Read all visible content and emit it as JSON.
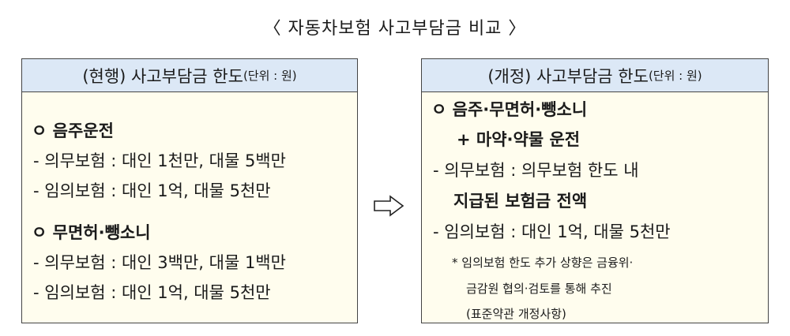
{
  "title": "〈 자동차보험 사고부담금 비교 〉",
  "left": {
    "header_main": "(현행) 사고부담금 한도",
    "header_unit": "(단위 : 원)",
    "lines": [
      "ㅇ 음주운전",
      "- 의무보험 : 대인 1천만, 대물 5백만",
      "- 임의보험 : 대인 1억, 대물 5천만",
      "ㅇ 무면허·뺑소니",
      "- 의무보험 : 대인 3백만, 대물 1백만",
      "- 임의보험 : 대인 1억, 대물 5천만"
    ]
  },
  "arrow_icon": "outlined-right-arrow-icon",
  "right": {
    "header_main": "(개정) 사고부담금 한도",
    "header_unit": "(단위 : 원)",
    "lines": [
      "ㅇ 음주·무면허·뺑소니",
      "+ 마약·약물 운전",
      "- 의무보험 : 의무보험 한도 내",
      "지급된 보험금 전액",
      "- 임의보험 : 대인 1억, 대물 5천만",
      "* 임의보험 한도 추가 상향은 금융위·",
      "금감원 협의·검토를 통해 추진",
      "(표준약관 개정사항)"
    ]
  },
  "colors": {
    "header_bg": "#dce8f6",
    "panel_bg": "#fffdee",
    "border": "#444444"
  }
}
